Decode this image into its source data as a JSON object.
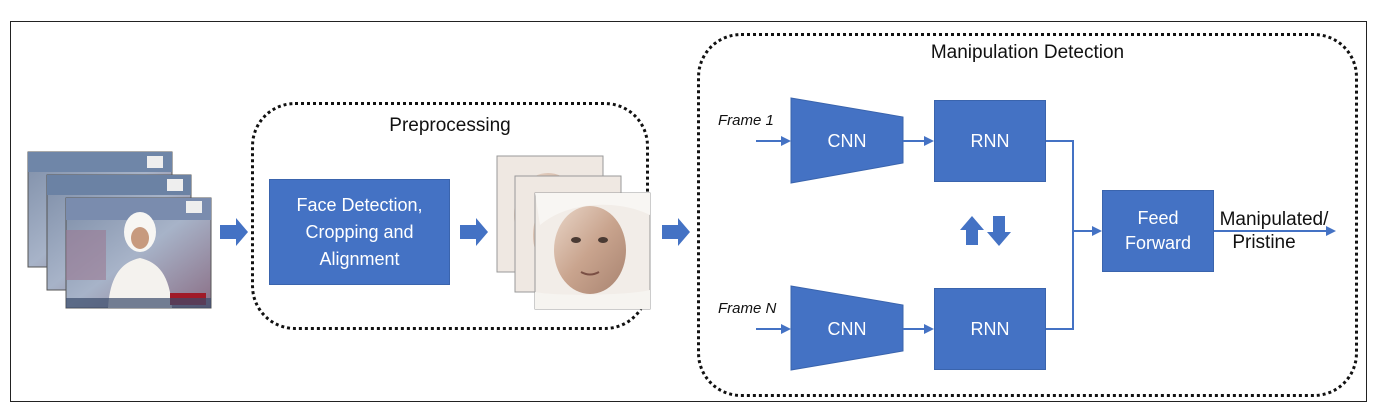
{
  "groups": {
    "preprocessing": {
      "title": "Preprocessing"
    },
    "manipulation_detection": {
      "title": "Manipulation Detection"
    }
  },
  "nodes": {
    "face_detection": {
      "label": "Face Detection, Cropping and Alignment"
    },
    "cnn_top": {
      "label": "CNN"
    },
    "cnn_bottom": {
      "label": "CNN"
    },
    "rnn_top": {
      "label": "RNN"
    },
    "rnn_bottom": {
      "label": "RNN"
    },
    "feed_forward": {
      "label": "Feed Forward"
    }
  },
  "inputs": {
    "frame_first": "Frame 1",
    "frame_last": "Frame N"
  },
  "output": {
    "line1": "Manipulated/",
    "line2": "Pristine"
  },
  "images": {
    "video_frames": "video frames of news anchor",
    "face_crops": "cropped aligned face images"
  },
  "colors": {
    "box_fill": "#4472c4",
    "arrow": "#4472c4",
    "text": "#111111"
  }
}
